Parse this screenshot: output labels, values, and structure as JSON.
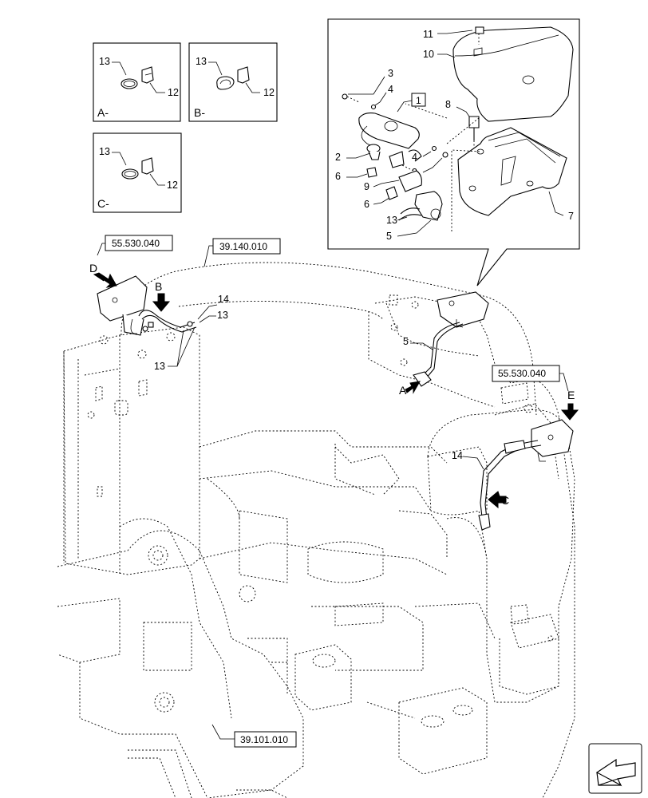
{
  "detail_views": [
    {
      "label": "A-",
      "item_ring": "13",
      "item_clip": "12"
    },
    {
      "label": "B-",
      "item_ring": "13",
      "item_clip": "12"
    },
    {
      "label": "C-",
      "item_ring": "13",
      "item_clip": "12"
    }
  ],
  "inset": {
    "callouts": [
      "11",
      "10",
      "3",
      "4",
      "1",
      "8",
      "2",
      "4",
      "3",
      "6",
      "9",
      "6",
      "13",
      "5",
      "7"
    ]
  },
  "main_callouts": {
    "left_14": "14",
    "left_13a": "13",
    "left_13b": "13",
    "right_5": "5",
    "right_14": "14",
    "view_A": "A",
    "view_B": "B",
    "view_C": "C",
    "view_D": "D",
    "view_E": "E"
  },
  "references": {
    "ref_left_top": "55.530.040",
    "ref_center_top": "39.140.010",
    "ref_right": "55.530.040",
    "ref_bottom": "39.101.010"
  },
  "nav_icon": "next-page-arrow-icon"
}
